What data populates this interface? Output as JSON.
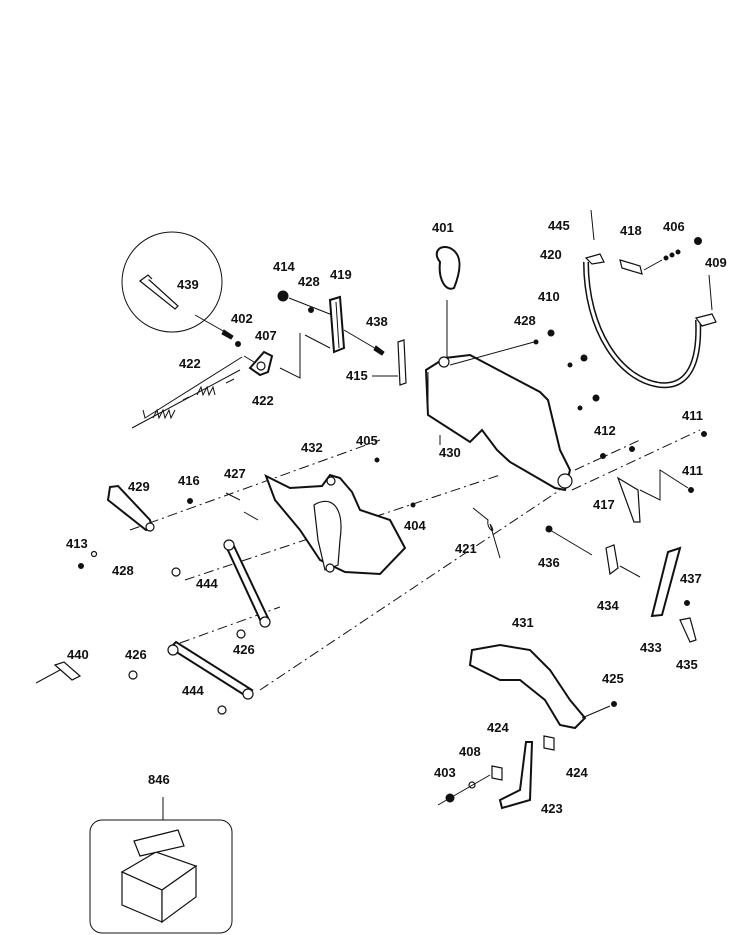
{
  "diagram": {
    "title": "Exploded parts diagram - blade guard assembly",
    "labels": {
      "p401": "401",
      "p445": "445",
      "p418": "418",
      "p406": "406",
      "p409": "409",
      "p420": "420",
      "p410": "410",
      "p428a": "428",
      "p414": "414",
      "p428b": "428",
      "p419": "419",
      "p439": "439",
      "p438": "438",
      "p402": "402",
      "p407": "407",
      "p415": "415",
      "p422a": "422",
      "p422b": "422",
      "p430": "430",
      "p411a": "411",
      "p412": "412",
      "p411b": "411",
      "p417": "417",
      "p432": "432",
      "p405": "405",
      "p427": "427",
      "p429": "429",
      "p416": "416",
      "p404": "404",
      "p421": "421",
      "p436": "436",
      "p413": "413",
      "p428c": "428",
      "p444a": "444",
      "p434": "434",
      "p437": "437",
      "p426a": "426",
      "p433": "433",
      "p435": "435",
      "p431": "431",
      "p440": "440",
      "p426b": "426",
      "p444b": "444",
      "p425": "425",
      "p424a": "424",
      "p408": "408",
      "p424b": "424",
      "p403": "403",
      "p423": "423",
      "p846": "846"
    }
  }
}
